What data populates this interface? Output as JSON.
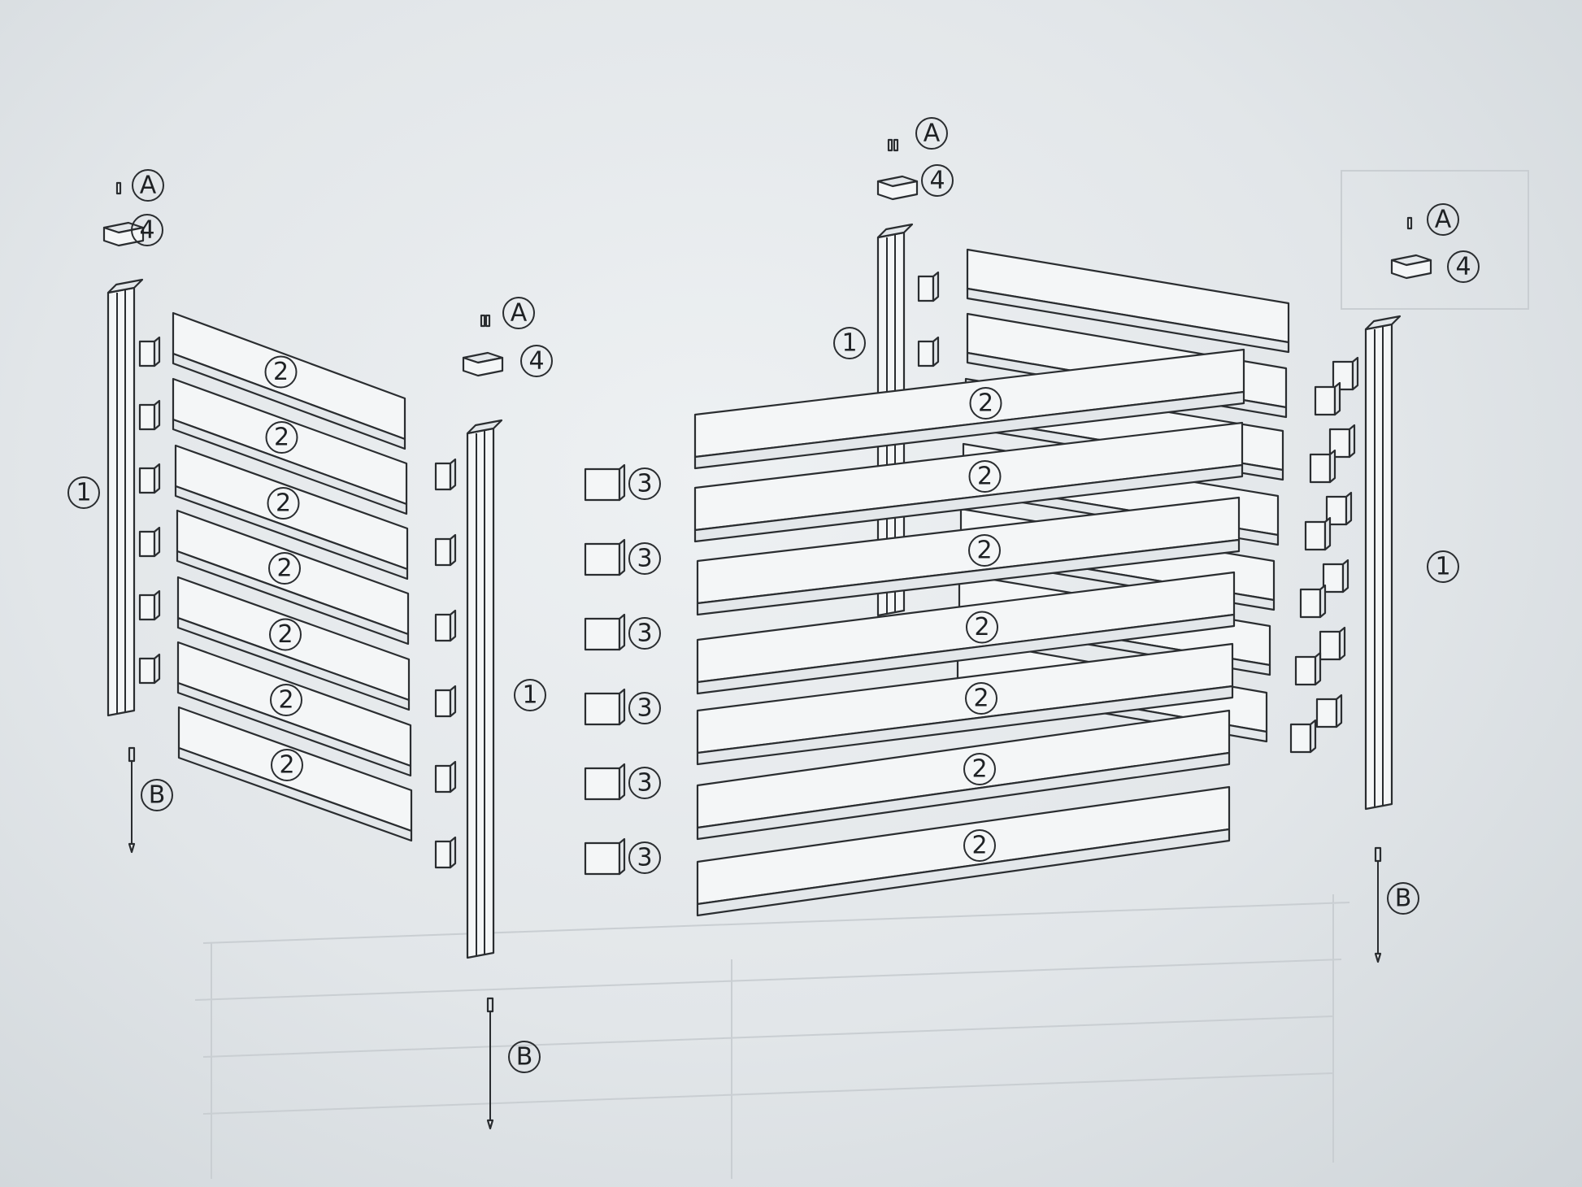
{
  "diagram": {
    "parts": {
      "post": "1",
      "board": "2",
      "block": "3",
      "cap": "4",
      "screw": "A",
      "stake": "B"
    },
    "colors": {
      "line": "#2a2d30",
      "paper": "#e6e9ec",
      "ghost": "#c9ced2"
    }
  }
}
